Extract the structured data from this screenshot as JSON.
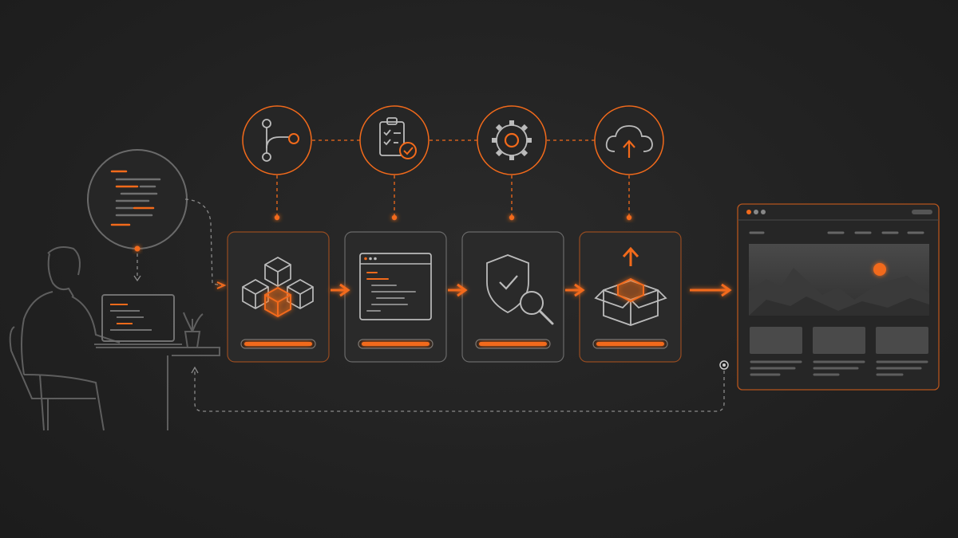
{
  "colors": {
    "background": "#222222",
    "accent": "#f26a1b",
    "line": "#8a8a8a",
    "panel": "#2b2b2b",
    "panel_border": "#5a5a5a"
  },
  "pipeline": {
    "stage_icons": [
      "git-branch-icon",
      "clipboard-check-icon",
      "gear-icon",
      "cloud-upload-icon"
    ],
    "stages": [
      {
        "name": "build",
        "icon": "cubes-icon",
        "progress": 1.0
      },
      {
        "name": "test",
        "icon": "code-window-icon",
        "progress": 1.0
      },
      {
        "name": "security-scan",
        "icon": "shield-search-icon",
        "progress": 1.0
      },
      {
        "name": "package",
        "icon": "box-upload-icon",
        "progress": 1.0
      }
    ],
    "output": {
      "icon": "browser-website-icon"
    }
  },
  "developer": {
    "icon": "developer-at-laptop-icon",
    "code_bubble_icon": "code-snippet-icon"
  }
}
